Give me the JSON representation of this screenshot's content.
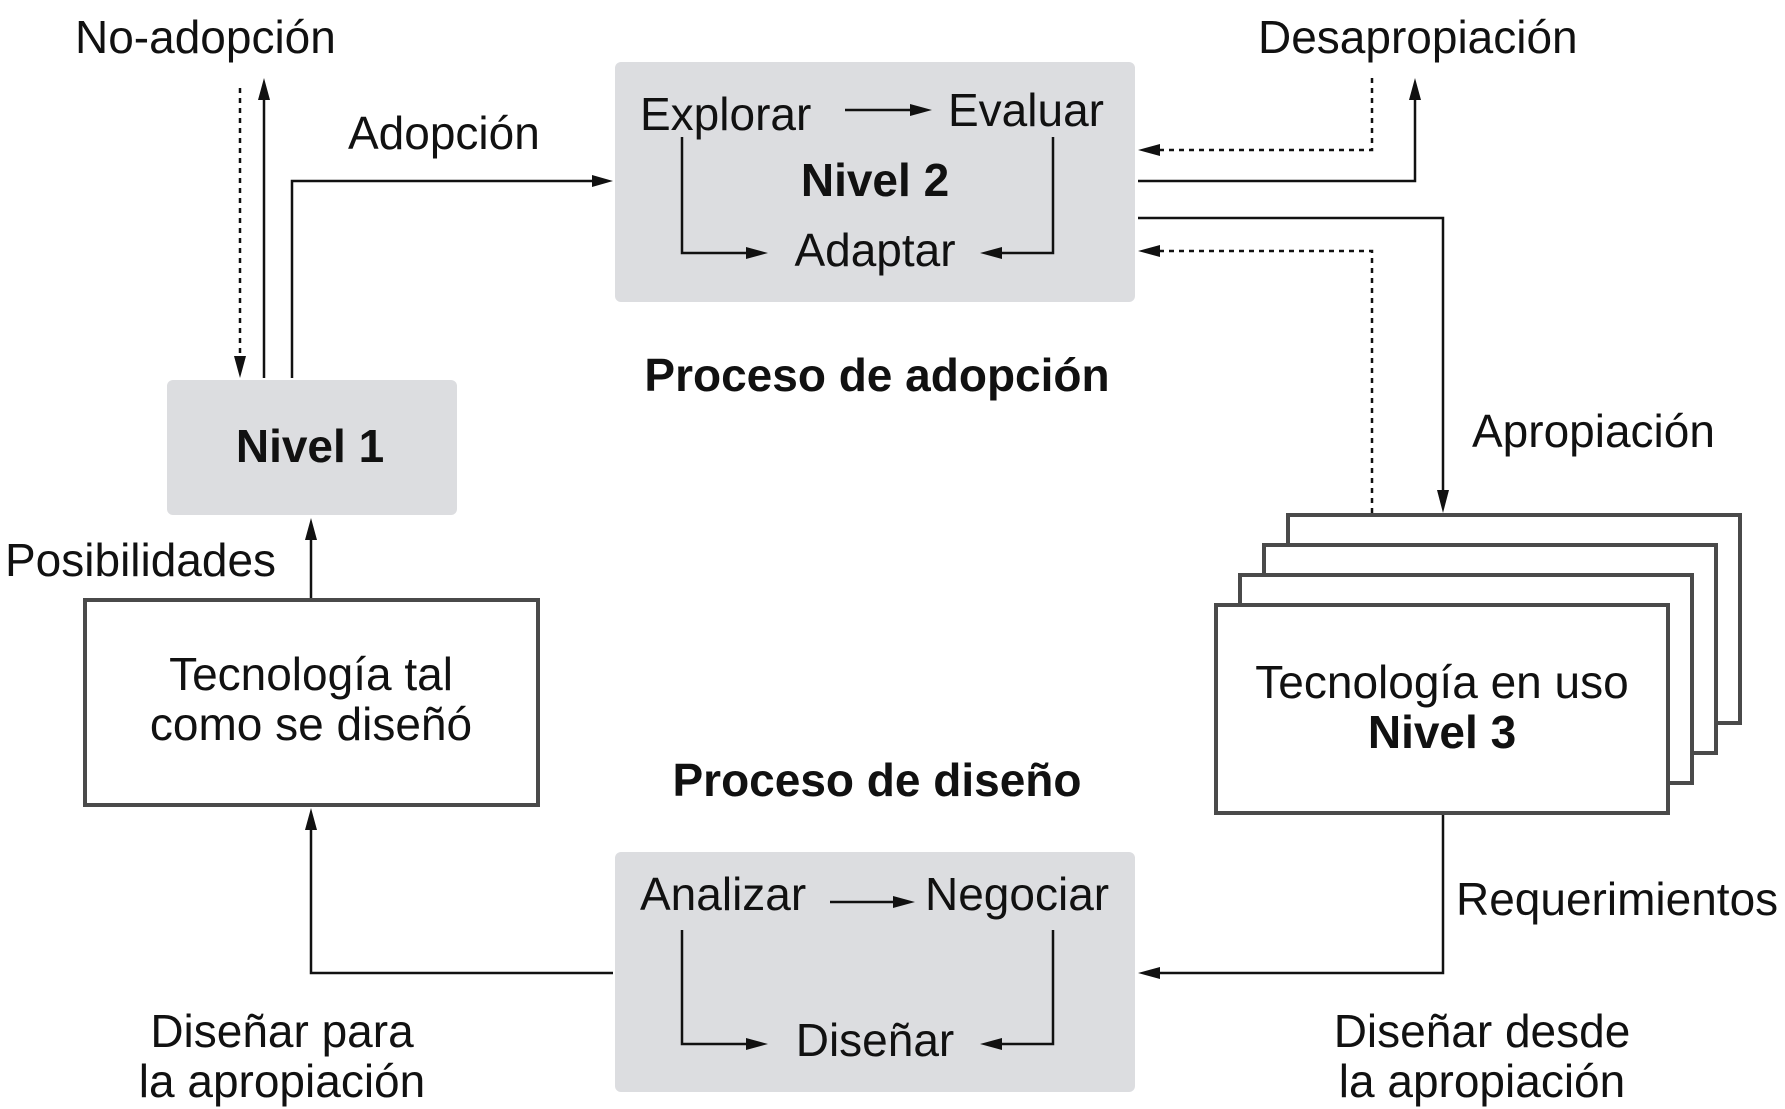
{
  "diagram": {
    "nodes": {
      "nivel1": {
        "label": "Nivel 1"
      },
      "nivel2": {
        "title": "Nivel 2",
        "steps": [
          "Explorar",
          "Evaluar",
          "Adaptar"
        ]
      },
      "design_box": {
        "steps": [
          "Analizar",
          "Negociar",
          "Diseñar"
        ]
      },
      "tech_designed": {
        "lines": [
          "Tecnología tal",
          "como se diseñó"
        ]
      },
      "tech_in_use": {
        "line1": "Tecnología en uso",
        "line2": "Nivel 3"
      }
    },
    "section_titles": {
      "adoption_process": "Proceso de adopción",
      "design_process": "Proceso de diseño"
    },
    "edge_labels": {
      "no_adoption": "No-adopción",
      "adoption": "Adopción",
      "disappropriation": "Desapropiación",
      "appropriation": "Apropiación",
      "possibilities": "Posibilidades",
      "requirements": "Requerimientos",
      "design_for": [
        "Diseñar para",
        "la apropiación"
      ],
      "design_from": [
        "Diseñar desde",
        "la apropiación"
      ]
    }
  }
}
